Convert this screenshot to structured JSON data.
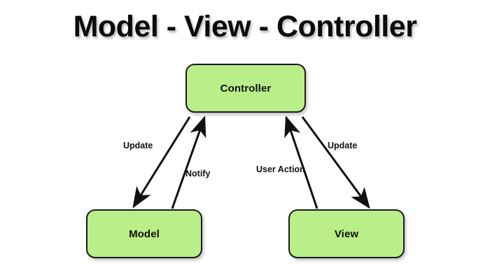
{
  "title": "Model - View - Controller",
  "colors": {
    "node_fill": "#baee88",
    "node_border": "#1b1b1b",
    "background": "#ffffff",
    "text": "#101010",
    "arrow": "#111111"
  },
  "nodes": [
    {
      "id": "controller",
      "label": "Controller"
    },
    {
      "id": "model",
      "label": "Model"
    },
    {
      "id": "view",
      "label": "View"
    }
  ],
  "edges": [
    {
      "id": "update-left",
      "label": "Update",
      "from": "controller",
      "to": "model"
    },
    {
      "id": "notify",
      "label": "Notify",
      "from": "model",
      "to": "controller"
    },
    {
      "id": "user-action",
      "label": "User Action",
      "from": "view",
      "to": "controller"
    },
    {
      "id": "update-right",
      "label": "Update",
      "from": "controller",
      "to": "view"
    }
  ]
}
